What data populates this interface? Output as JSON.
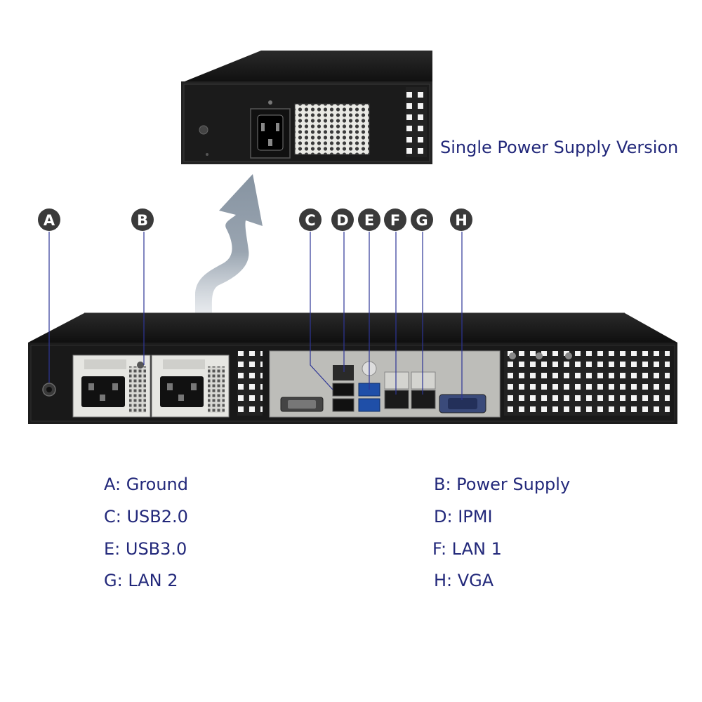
{
  "inset": {
    "caption": "Single Power Supply Version"
  },
  "callouts": [
    {
      "letter": "A"
    },
    {
      "letter": "B"
    },
    {
      "letter": "C"
    },
    {
      "letter": "D"
    },
    {
      "letter": "E"
    },
    {
      "letter": "F"
    },
    {
      "letter": "G"
    },
    {
      "letter": "H"
    }
  ],
  "legend": [
    {
      "key": "A",
      "text": "A: Ground"
    },
    {
      "key": "B",
      "text": "B: Power Supply"
    },
    {
      "key": "C",
      "text": "C: USB2.0"
    },
    {
      "key": "D",
      "text": "D: IPMI"
    },
    {
      "key": "E",
      "text": "E: USB3.0"
    },
    {
      "key": "F",
      "text": "F: LAN 1"
    },
    {
      "key": "G",
      "text": "G: LAN 2"
    },
    {
      "key": "H",
      "text": "H: VGA"
    }
  ],
  "colors": {
    "label_text": "#22287a",
    "leader_line": "#2d3596",
    "callout_bg": "#3a3a3a",
    "chassis": "#1c1c1c",
    "arrow": "#8e9aa8"
  }
}
